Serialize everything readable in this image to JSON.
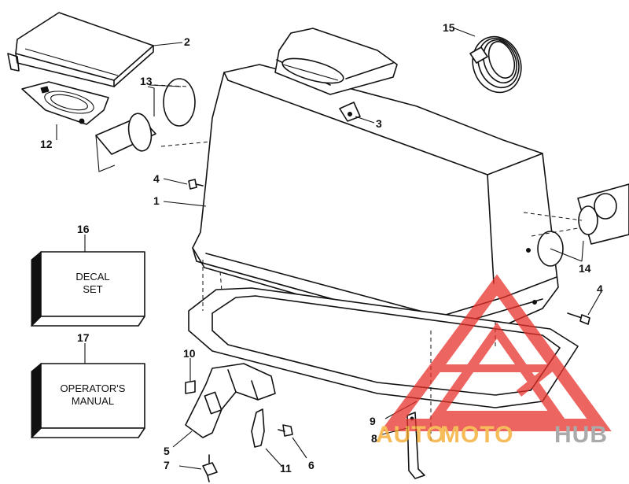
{
  "callouts": {
    "c1": "1",
    "c2": "2",
    "c3": "3",
    "c4a": "4",
    "c4b": "4",
    "c5": "5",
    "c6": "6",
    "c7": "7",
    "c8": "8",
    "c9": "9",
    "c10": "10",
    "c11": "11",
    "c12": "12",
    "c13": "13",
    "c14": "14",
    "c15": "15",
    "c16": "16",
    "c17": "17"
  },
  "decal_box": {
    "line1": "DECAL",
    "line2": "SET"
  },
  "manual_box": {
    "line1": "OPERATOR'S",
    "line2": "MANUAL"
  },
  "watermark": {
    "part_auto": "AUTO",
    "part_moto": "MOTO",
    "part_hub": "HUB",
    "color_red": "#e8322b",
    "color_orange": "#f5a623",
    "color_gray": "#8e8e8e"
  }
}
